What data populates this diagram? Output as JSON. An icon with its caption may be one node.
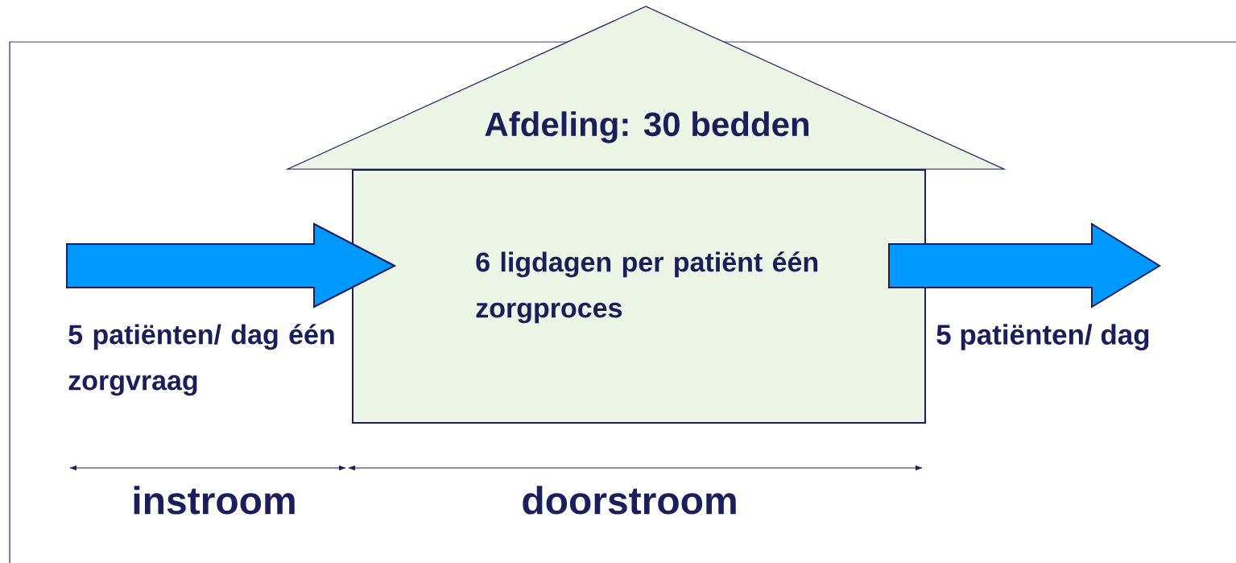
{
  "diagram": {
    "nodes": [
      {
        "text": [
          "Afdeling: 30 bedden"
        ]
      },
      {
        "text": [
          "6 ligdagen per patiënt één zorgproces"
        ]
      }
    ],
    "edges": [
      {
        "from": null,
        "to": 1,
        "arrow": "to"
      },
      {
        "from": 1,
        "to": null,
        "arrow": "to"
      }
    ],
    "labels": [
      "5 patiënten/ dag één zorgvraag",
      "5 patiënten/ dag",
      "instroom",
      "doorstroom"
    ]
  }
}
